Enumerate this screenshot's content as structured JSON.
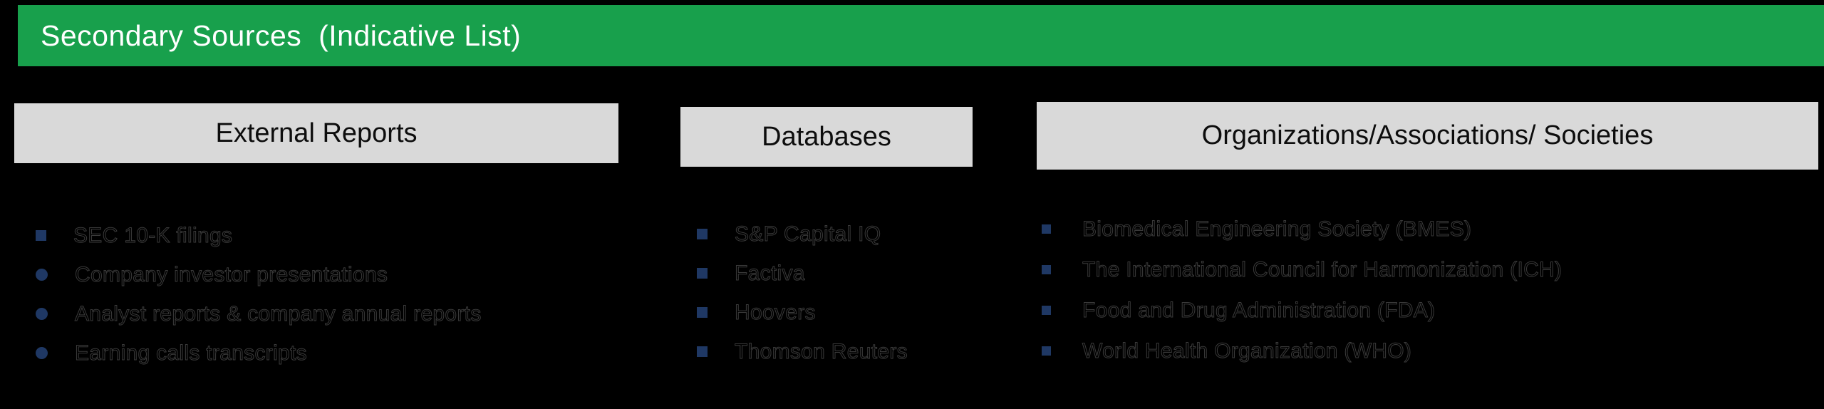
{
  "title_bar": {
    "label": "Secondary Sources  (Indicative List)"
  },
  "columns": [
    {
      "header": "External Reports",
      "items": [
        {
          "text": "SEC 10-K filings",
          "marker": "square"
        },
        {
          "text": "Company investor presentations",
          "marker": "circle"
        },
        {
          "text": "Analyst reports & company annual reports",
          "marker": "circle"
        },
        {
          "text": "Earning calls transcripts",
          "marker": "circle"
        }
      ]
    },
    {
      "header": "Databases",
      "items": [
        {
          "text": "S&P Capital IQ",
          "marker": "square"
        },
        {
          "text": "Factiva",
          "marker": "square"
        },
        {
          "text": "Hoovers",
          "marker": "square"
        },
        {
          "text": "Thomson Reuters",
          "marker": "square"
        }
      ]
    },
    {
      "header": "Organizations/Associations/ Societies",
      "items": [
        {
          "text": "Biomedical Engineering Society (BMES)",
          "marker": "square"
        },
        {
          "text": "The International Council for Harmonization (ICH)",
          "marker": "square"
        },
        {
          "text": "Food and Drug Administration (FDA)",
          "marker": "square"
        },
        {
          "text": "World Health Organization (WHO)",
          "marker": "square"
        }
      ]
    }
  ],
  "colors": {
    "background": "#000000",
    "title_bar_green": "#18A04C",
    "title_text": "#FFFFFF",
    "header_box_gray": "#D9D9D9",
    "header_text": "#0D0D0D",
    "bullet_marker_navy": "#1F3864",
    "body_text": "#000000"
  }
}
